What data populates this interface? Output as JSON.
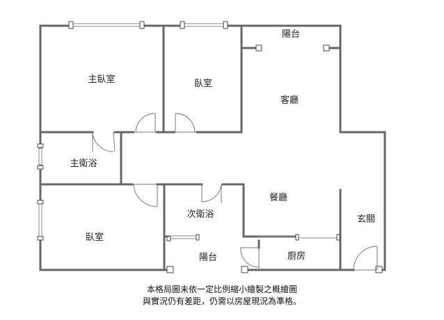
{
  "rooms": {
    "master_bedroom": "主臥室",
    "bedroom_1": "臥室",
    "living_room": "客廳",
    "balcony_top": "陽台",
    "master_bath": "主衛浴",
    "dining_room": "餐廳",
    "second_bath": "次衛浴",
    "entrance": "玄關",
    "bedroom_2": "臥室",
    "balcony_bottom": "陽台",
    "kitchen": "廚房"
  },
  "disclaimer": {
    "line1": "本格局圖未依一定比例縮小繪製之概繪圖",
    "line2": "與實況仍有差距，仍需以房屋現況為準格。"
  },
  "colors": {
    "wall": "#666666",
    "thin_line": "#888888",
    "text": "#222222"
  }
}
